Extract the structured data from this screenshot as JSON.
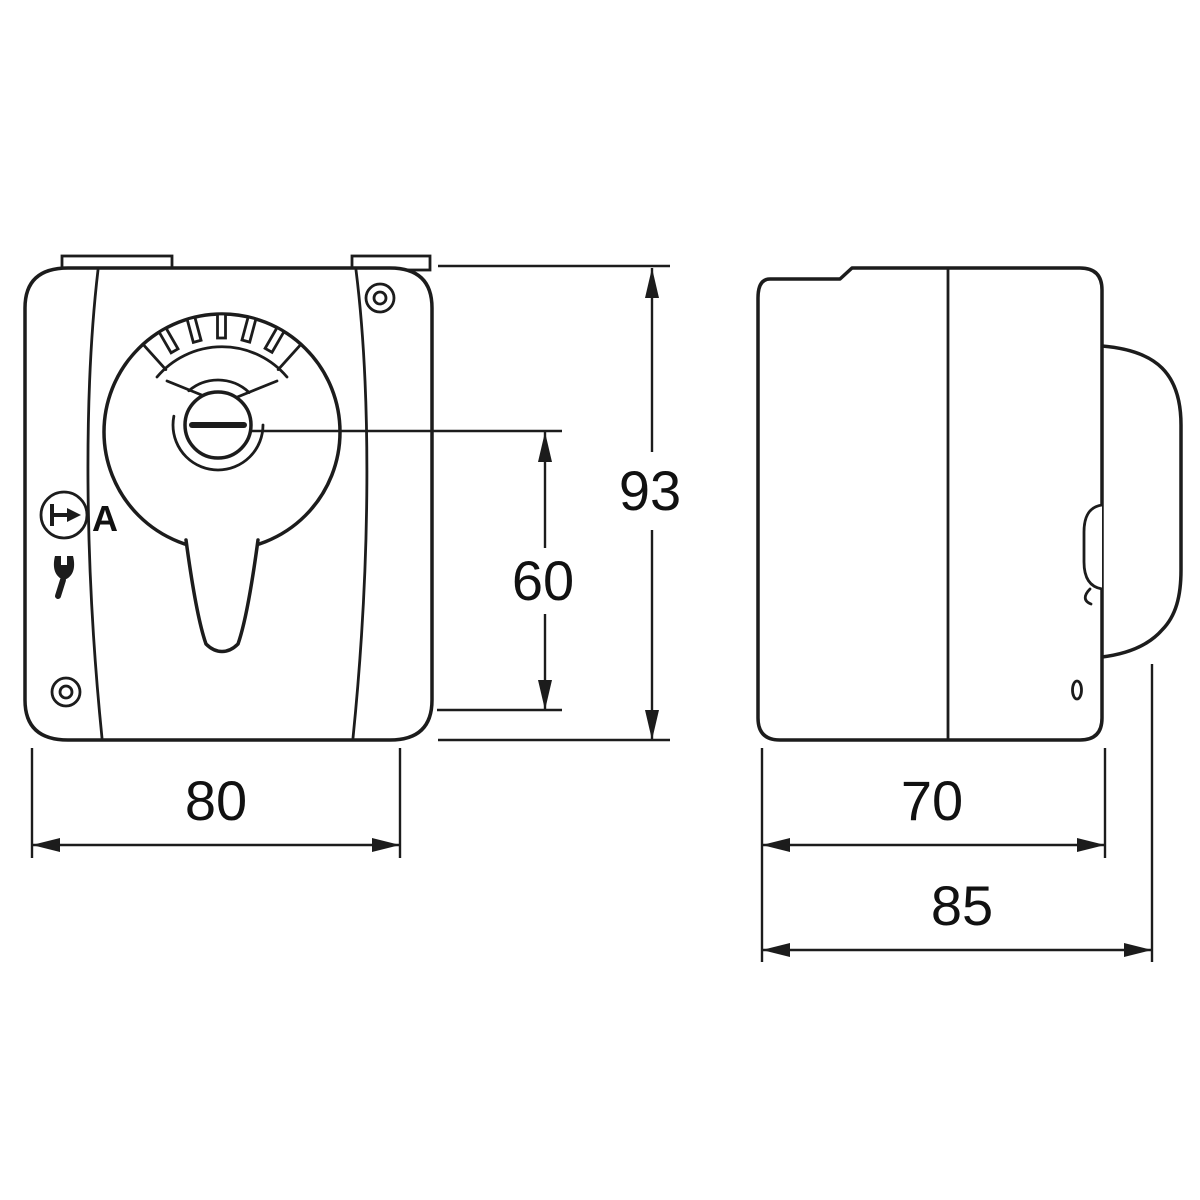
{
  "drawing": {
    "front_view": {
      "port_label": "A"
    },
    "dimensions": {
      "total_height": "93",
      "center_to_bottom": "60",
      "width": "80",
      "body_depth": "70",
      "total_depth": "85"
    }
  }
}
